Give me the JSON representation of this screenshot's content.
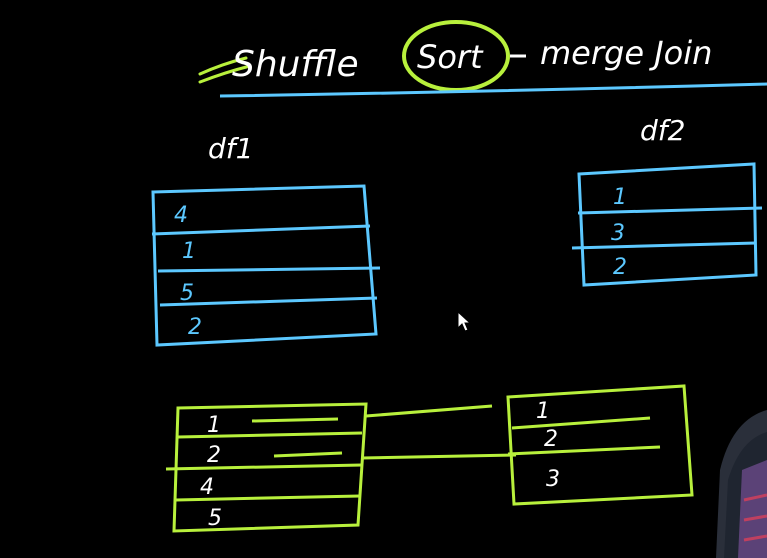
{
  "title": {
    "prefix": "Shuffle",
    "circled": "Sort",
    "rest": "merge Join"
  },
  "colors": {
    "background": "#000000",
    "blue": "#5cc8ff",
    "green": "#b8f03c",
    "text_white": "#ffffff"
  },
  "tables": {
    "df1": {
      "label": "df1",
      "rows": [
        "4",
        "1",
        "5",
        "2"
      ]
    },
    "df2": {
      "label": "df2",
      "rows": [
        "1",
        "3",
        "2"
      ]
    },
    "sorted_left": {
      "rows": [
        "1",
        "2",
        "4",
        "5"
      ]
    },
    "sorted_right": {
      "rows": [
        "1",
        "2",
        "3"
      ]
    }
  },
  "icons": {
    "cursor": "mouse-pointer-icon"
  }
}
